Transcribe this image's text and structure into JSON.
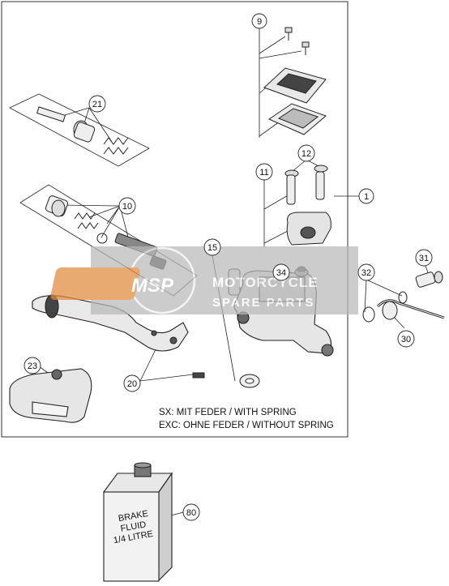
{
  "callouts": [
    {
      "id": "c9",
      "label": "9"
    },
    {
      "id": "c21",
      "label": "21"
    },
    {
      "id": "c12",
      "label": "12"
    },
    {
      "id": "c11",
      "label": "11"
    },
    {
      "id": "c1",
      "label": "1"
    },
    {
      "id": "c10",
      "label": "10"
    },
    {
      "id": "c15",
      "label": "15"
    },
    {
      "id": "c34",
      "label": "34"
    },
    {
      "id": "c32",
      "label": "32"
    },
    {
      "id": "c31",
      "label": "31"
    },
    {
      "id": "c30",
      "label": "30"
    },
    {
      "id": "c23",
      "label": "23"
    },
    {
      "id": "c20",
      "label": "20"
    },
    {
      "id": "c80",
      "label": "80"
    }
  ],
  "notes": {
    "sx": "SX: MIT FEDER / WITH SPRING",
    "exc": "EXC: OHNE FEDER / WITHOUT SPRING"
  },
  "bottle": {
    "line1": "BRAKE",
    "line2": "FLUID",
    "line3": "1/4 LITRE"
  },
  "watermark": {
    "logo": "MSP",
    "line1": "MOTORCYCLE",
    "line2": "SPARE PARTS"
  }
}
